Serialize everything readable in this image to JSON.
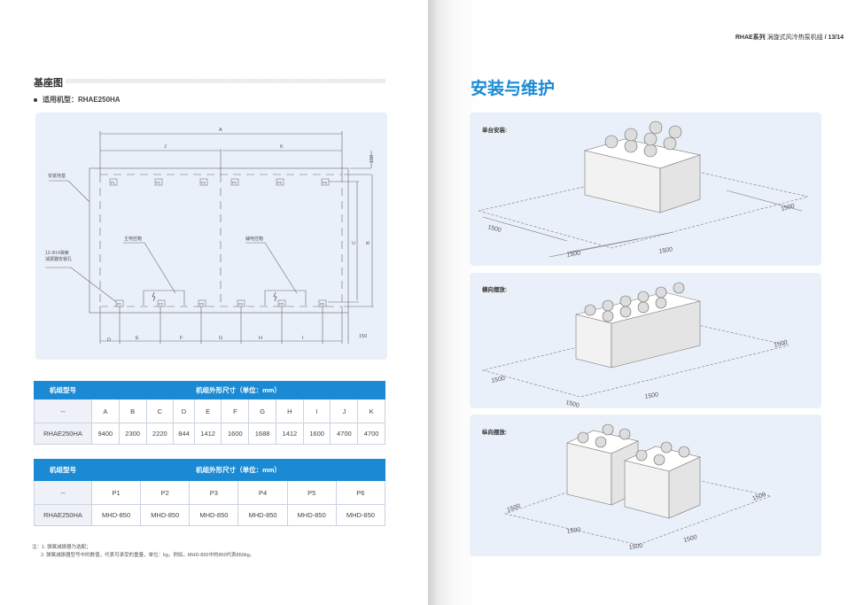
{
  "header": {
    "series": "RHAE系列",
    "product": "涡旋式风冷热泵机组",
    "page": "/  13/14"
  },
  "left": {
    "section_title": "基座图",
    "model_line": "适用机型：RHAE250HA",
    "diagram": {
      "dims": {
        "A": "A",
        "J": "J",
        "K": "K",
        "B": "B",
        "C": "C",
        "D": "D",
        "E": "E",
        "F": "F",
        "G": "G",
        "H": "H",
        "I": "I",
        "offset_top": "150",
        "offset_right": "150"
      },
      "labels": {
        "base": "安装地基",
        "main_box": "主电控箱",
        "aux_box": "辅电控箱",
        "holes_1": "12-Φ14弹簧",
        "holes_2": "减振器安装孔"
      },
      "points": [
        "P1",
        "P2",
        "P3",
        "P4",
        "P5",
        "P6"
      ]
    },
    "table1": {
      "h1": "机组型号",
      "h2": "机组外形尺寸（单位：mm）",
      "cols": [
        "A",
        "B",
        "C",
        "D",
        "E",
        "F",
        "G",
        "H",
        "I",
        "J",
        "K"
      ],
      "dash": "--",
      "model": "RHAE250HA",
      "values": [
        "9400",
        "2300",
        "2220",
        "844",
        "1412",
        "1600",
        "1688",
        "1412",
        "1600",
        "4700",
        "4700"
      ]
    },
    "table2": {
      "h1": "机组型号",
      "h2": "机组外形尺寸（单位：mm）",
      "cols": [
        "P1",
        "P2",
        "P3",
        "P4",
        "P5",
        "P6"
      ],
      "dash": "--",
      "model": "RHAE250HA",
      "values": [
        "MHD-850",
        "MHD-850",
        "MHD-850",
        "MHD-850",
        "MHD-850",
        "MHD-850"
      ]
    },
    "notes": [
      "注：1. 弹簧减振器为选配；",
      "2. 弹簧减振器型号中的数值，代表可承受的重量，单位：kg，例如，MHD-850中的850代表850kg。"
    ]
  },
  "right": {
    "title": "安装与维护",
    "panels": [
      {
        "label": "单台安装:",
        "dims": [
          "1500",
          "1500",
          "1500",
          "1500"
        ]
      },
      {
        "label": "横向摆放:",
        "dims": [
          "1500",
          "1500",
          "1500",
          "1500"
        ]
      },
      {
        "label": "纵向摆放:",
        "dims": [
          "1500",
          "1500",
          "1500",
          "1500",
          "1500"
        ]
      }
    ]
  },
  "colors": {
    "accent": "#1a8ad4",
    "panel": "#eaf0f9"
  }
}
